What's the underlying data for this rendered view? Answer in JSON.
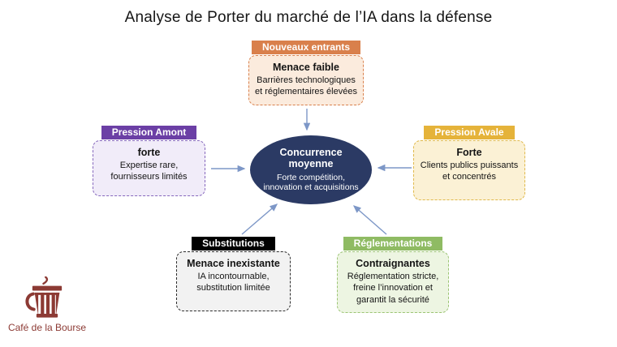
{
  "title": "Analyse de Porter du marché de l’IA dans la défense",
  "center": {
    "title": "Concurrence moyenne",
    "description": "Forte compétition, innovation et acquisitions",
    "fill_color": "#2B3A64",
    "text_color": "#FFFFFF"
  },
  "forces": [
    {
      "id": "nouveaux-entrants",
      "label": "Nouveaux entrants",
      "strength": "Menace faible",
      "description": "Barrières technologiques et réglementaires élevées",
      "header_color": "#D9804C",
      "box_bg": "#FBEBDD",
      "border_color": "#D9804C"
    },
    {
      "id": "pression-amont",
      "label": "Pression Amont",
      "strength": "forte",
      "description": "Expertise rare, fournisseurs limités",
      "header_color": "#6B3FA5",
      "box_bg": "#F1ECF9",
      "border_color": "#8668BD"
    },
    {
      "id": "pression-avale",
      "label": "Pression Avale",
      "strength": "Forte",
      "description": "Clients publics puissants et concentrés",
      "header_color": "#E5B33A",
      "box_bg": "#FBF1D5",
      "border_color": "#E0B94C"
    },
    {
      "id": "substitutions",
      "label": "Substitutions",
      "strength": "Menace inexistante",
      "description": "IA incontournable, substitution limitée",
      "header_color": "#000000",
      "box_bg": "#F2F2F2",
      "border_color": "#2B2B2B"
    },
    {
      "id": "reglementations",
      "label": "Réglementations",
      "strength": "Contraignantes",
      "description": "Réglementation stricte, freine l’innovation et garantit la sécurité",
      "header_color": "#8FBB63",
      "box_bg": "#EDF5E2",
      "border_color": "#9CC474"
    }
  ],
  "arrows": {
    "connector_color": "#7D97C7"
  },
  "logo": {
    "brand": "Café de la Bourse",
    "color": "#8C3A34"
  }
}
